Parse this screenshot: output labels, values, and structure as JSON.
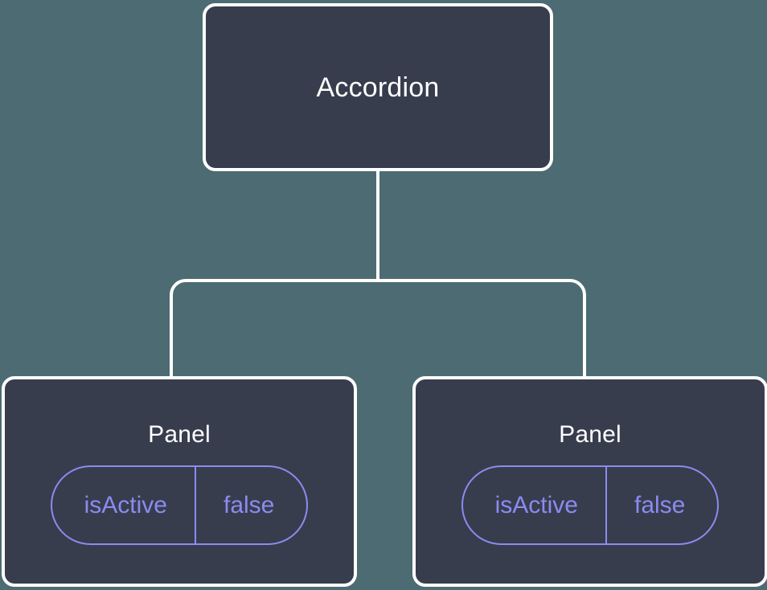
{
  "diagram": {
    "type": "component-tree",
    "background_color": "#4d6b73",
    "node_fill_color": "#373d4d",
    "node_border_color": "#ffffff",
    "edge_color": "#ffffff",
    "prop_accent_color": "#8b8bf0",
    "root": {
      "title": "Accordion"
    },
    "children": [
      {
        "title": "Panel",
        "props": [
          {
            "key": "isActive",
            "value": "false"
          }
        ]
      },
      {
        "title": "Panel",
        "props": [
          {
            "key": "isActive",
            "value": "false"
          }
        ]
      }
    ]
  }
}
